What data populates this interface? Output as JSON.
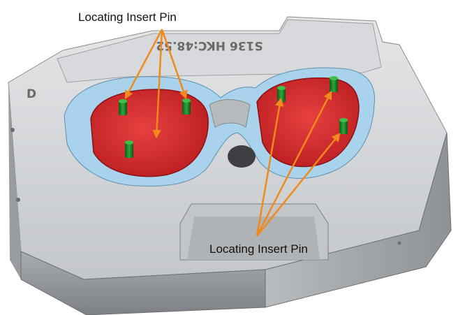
{
  "labels": {
    "top_callout": "Locating Insert Pin",
    "bottom_callout": "Locating Insert Pin"
  },
  "engraving": {
    "mold_code": "S136 HKC:48.52",
    "corner_mark": "D"
  },
  "colors": {
    "cavity": "#d8282b",
    "insert_surface": "#a9d3ec",
    "pin": "#1f8a2a",
    "arrow": "#f08a1c",
    "steel": "#c9cbcd"
  }
}
